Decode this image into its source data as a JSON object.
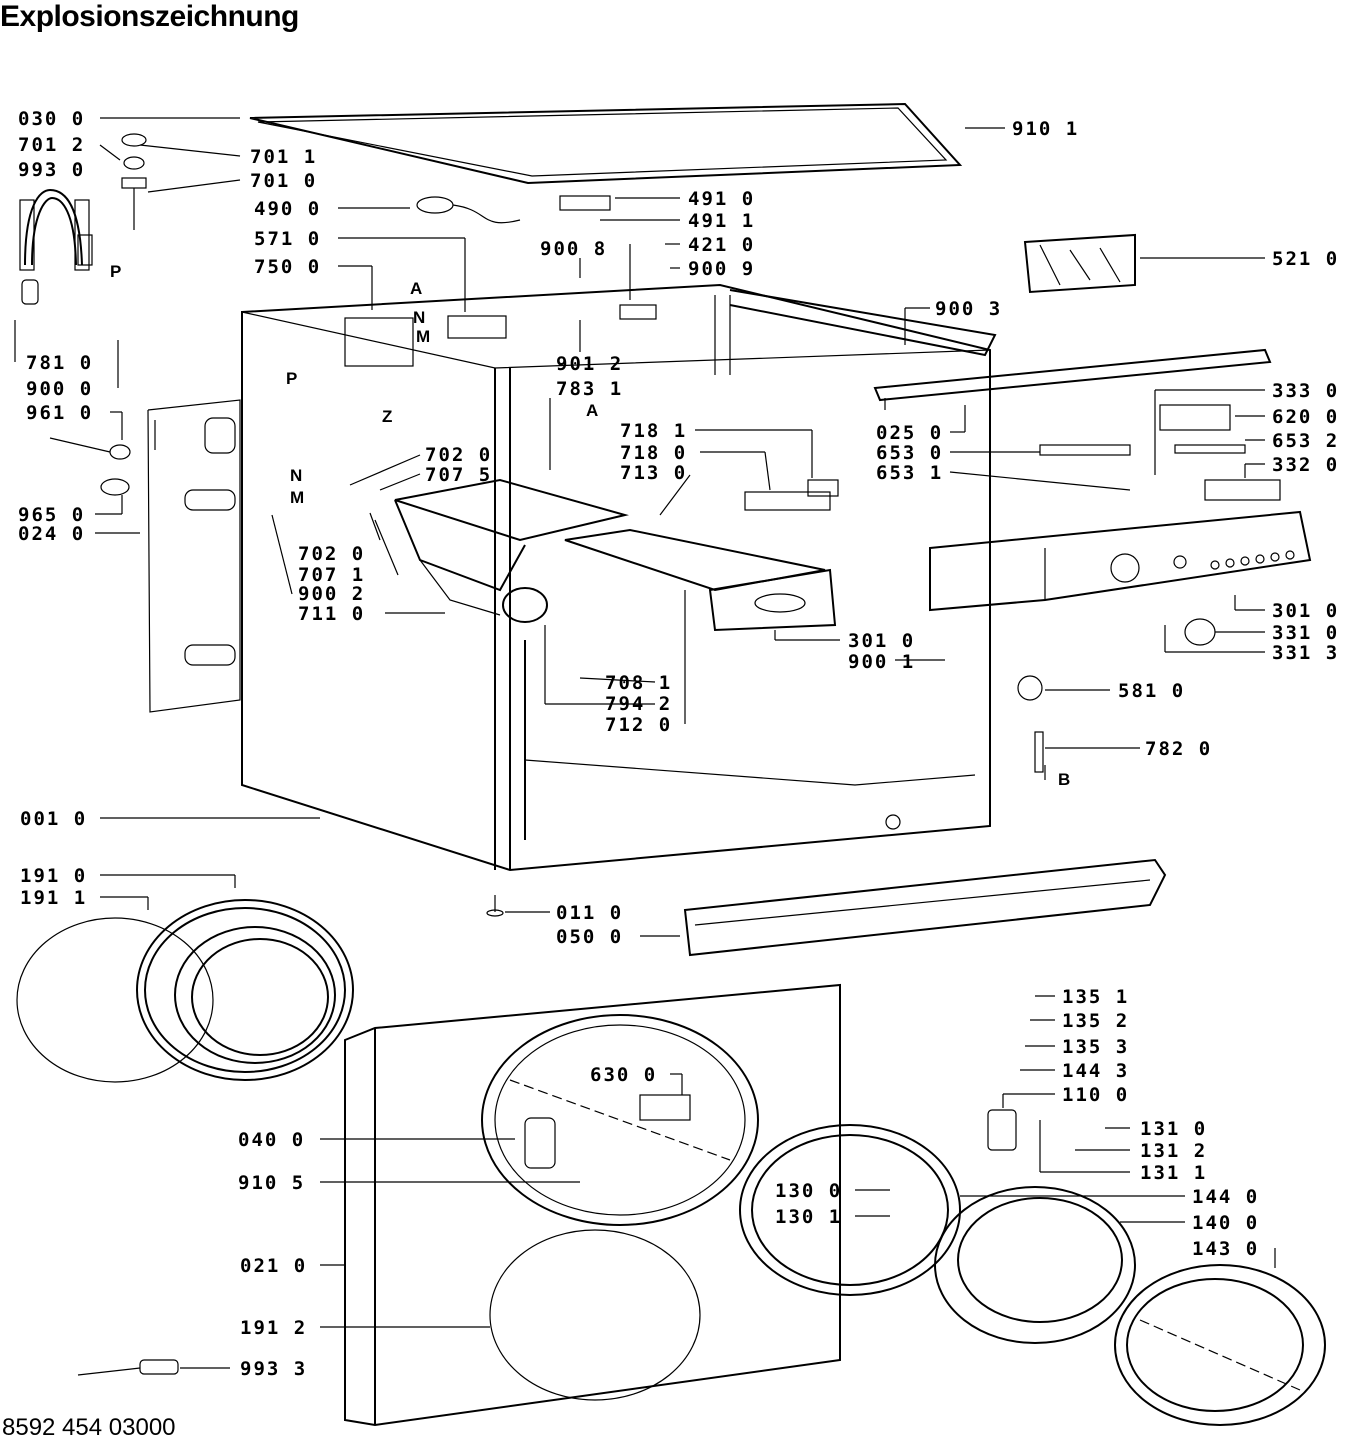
{
  "title": "Explosionszeichnung",
  "footer": "8592 454 03000",
  "callouts": [
    "030 0",
    "701 2",
    "993 0",
    "701 1",
    "701 0",
    "490 0",
    "491 0",
    "491 1",
    "571 0",
    "900 8",
    "421 0",
    "900 9",
    "750 0",
    "781 0",
    "900 0",
    "961 0",
    "965 0",
    "024 0",
    "702 0",
    "707 5",
    "702 0",
    "707 1",
    "900 2",
    "711 0",
    "783 1",
    "901 2",
    "718 1",
    "718 0",
    "713 0",
    "708 1",
    "794 2",
    "712 0",
    "301 0",
    "900 1",
    "910 1",
    "521 0",
    "900 3",
    "025 0",
    "653 0",
    "653 1",
    "333 0",
    "620 0",
    "653 2",
    "332 0",
    "301 0",
    "331 0",
    "331 3",
    "581 0",
    "782 0",
    "001 0",
    "191 0",
    "191 1",
    "011 0",
    "050 0",
    "135 1",
    "135 2",
    "135 3",
    "144 3",
    "110 0",
    "131 0",
    "131 2",
    "131 1",
    "630 0",
    "040 0",
    "910 5",
    "130 0",
    "130 1",
    "144 0",
    "140 0",
    "143 0",
    "021 0",
    "191 2",
    "993 3"
  ],
  "markers": [
    "P",
    "P",
    "A",
    "N",
    "M",
    "Z",
    "A",
    "N",
    "M",
    "B"
  ]
}
